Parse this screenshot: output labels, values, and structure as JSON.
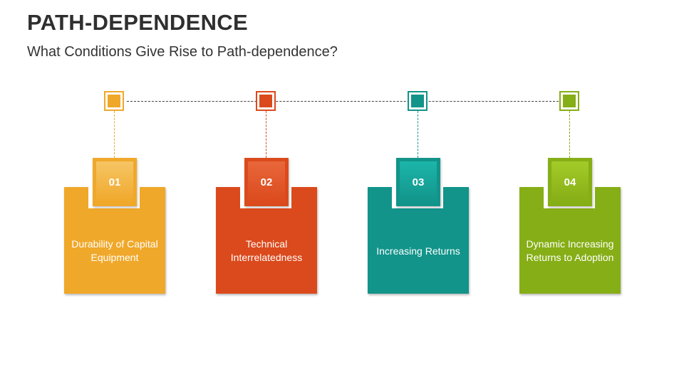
{
  "title": "PATH-DEPENDENCE",
  "subtitle": "What Conditions Give Rise to Path-dependence?",
  "steps": [
    {
      "number": "01",
      "label": "Durability of Capital Equipment",
      "color": "#f0a82a",
      "color_light": "#f6c565"
    },
    {
      "number": "02",
      "label": "Technical Interrelatedness",
      "color": "#db4a1c",
      "color_light": "#e8673b"
    },
    {
      "number": "03",
      "label": "Increasing Returns",
      "color": "#12948a",
      "color_light": "#1cb5aa"
    },
    {
      "number": "04",
      "label": "Dynamic Increasing Returns to Adoption",
      "color": "#86ae16",
      "color_light": "#a3cb28"
    }
  ]
}
